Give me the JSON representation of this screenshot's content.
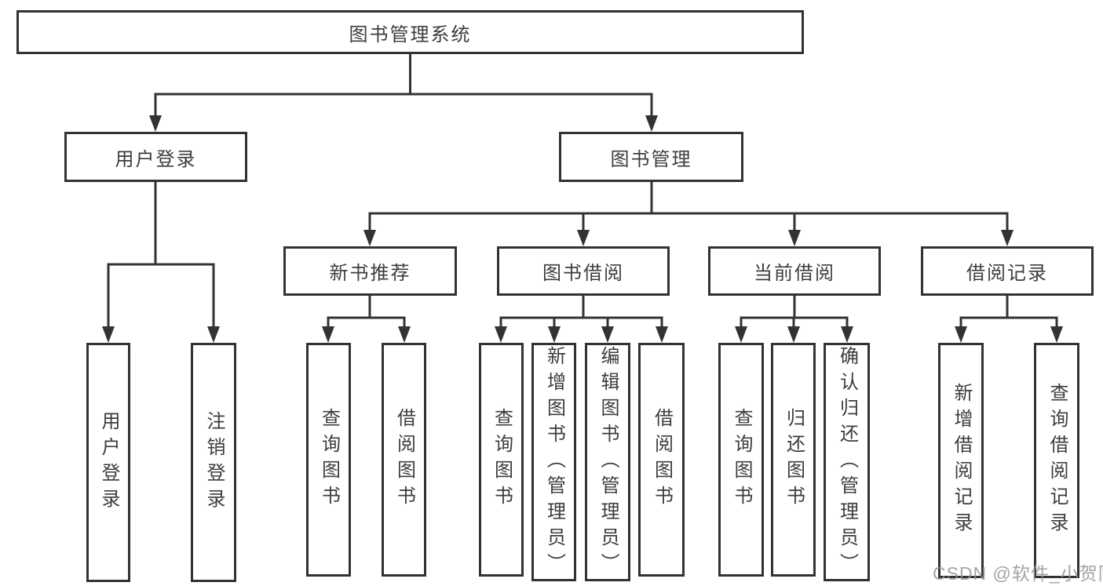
{
  "diagram": {
    "title": "图书管理系统",
    "root": {
      "label": "图书管理系统"
    },
    "branches": [
      {
        "label": "用户登录",
        "children": [
          {
            "label": "用户登录"
          },
          {
            "label": "注销登录"
          }
        ]
      },
      {
        "label": "图书管理",
        "children": [
          {
            "label": "新书推荐",
            "children": [
              {
                "label": "查询图书"
              },
              {
                "label": "借阅图书"
              }
            ]
          },
          {
            "label": "图书借阅",
            "children": [
              {
                "label": "查询图书"
              },
              {
                "label": "新增图书（管理员）"
              },
              {
                "label": "编辑图书（管理员）"
              },
              {
                "label": "借阅图书"
              }
            ]
          },
          {
            "label": "当前借阅",
            "children": [
              {
                "label": "查询图书"
              },
              {
                "label": "归还图书"
              },
              {
                "label": "确认归还（管理员）"
              }
            ]
          },
          {
            "label": "借阅记录",
            "children": [
              {
                "label": "新增借阅记录"
              },
              {
                "label": "查询借阅记录"
              }
            ]
          }
        ]
      }
    ]
  },
  "watermark": {
    "text": "CSDN @软件_小贺同学"
  },
  "colors": {
    "line": "#333333",
    "border": "#323232",
    "text": "#3d3d3d",
    "watermark": "#949496",
    "background": "#ffffff"
  }
}
